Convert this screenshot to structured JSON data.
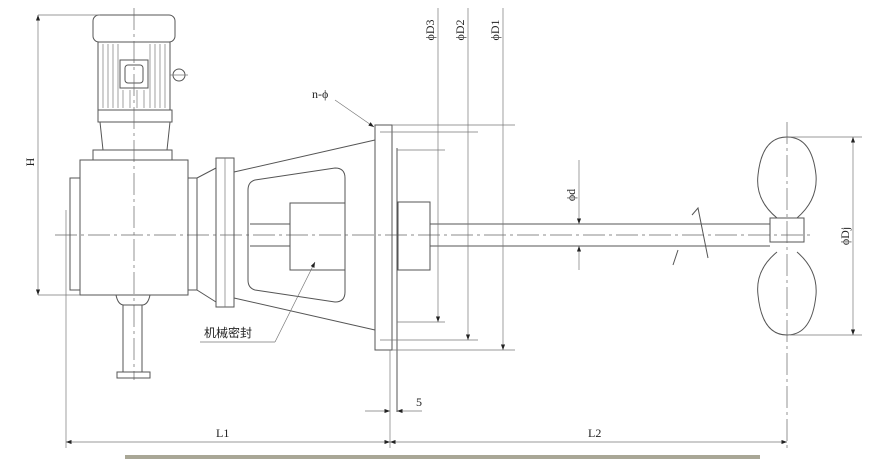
{
  "drawing": {
    "labels": {
      "height": "H",
      "bolt_holes": "n-ϕ",
      "d3": "ϕD3",
      "d2": "ϕD2",
      "d1": "ϕD1",
      "shaft_diameter": "ϕd",
      "impeller_diameter": "ϕDj",
      "mechanical_seal": "机械密封",
      "gap": "5",
      "l1": "L1",
      "l2": "L2"
    },
    "colors": {
      "line": "#555555",
      "bar": "#a9a796"
    }
  }
}
